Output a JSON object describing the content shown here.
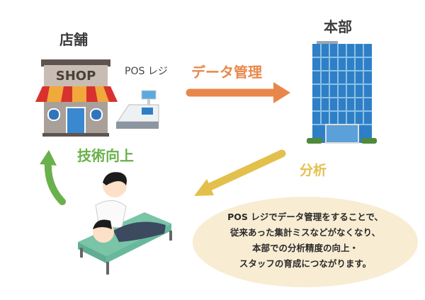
{
  "labels": {
    "shop": "店舗",
    "pos_register": "POS レジ",
    "headquarters": "本部",
    "data_management": "データ管理",
    "analysis": "分析",
    "skill_improvement": "技術向上"
  },
  "shop_sign": "SHOP",
  "bubble_lines": [
    "POS レジでデータ管理をすることで、",
    "従来あった集計ミスなどがなくなり、",
    "本部での分析精度の向上・",
    "スタッフの育成につながります。"
  ],
  "colors": {
    "data_arrow": "#e8874a",
    "analysis_arrow": "#e3c04c",
    "skill_arrow": "#6ab04c",
    "bubble": "#f8ecd3",
    "building": "#2f7fc6"
  }
}
